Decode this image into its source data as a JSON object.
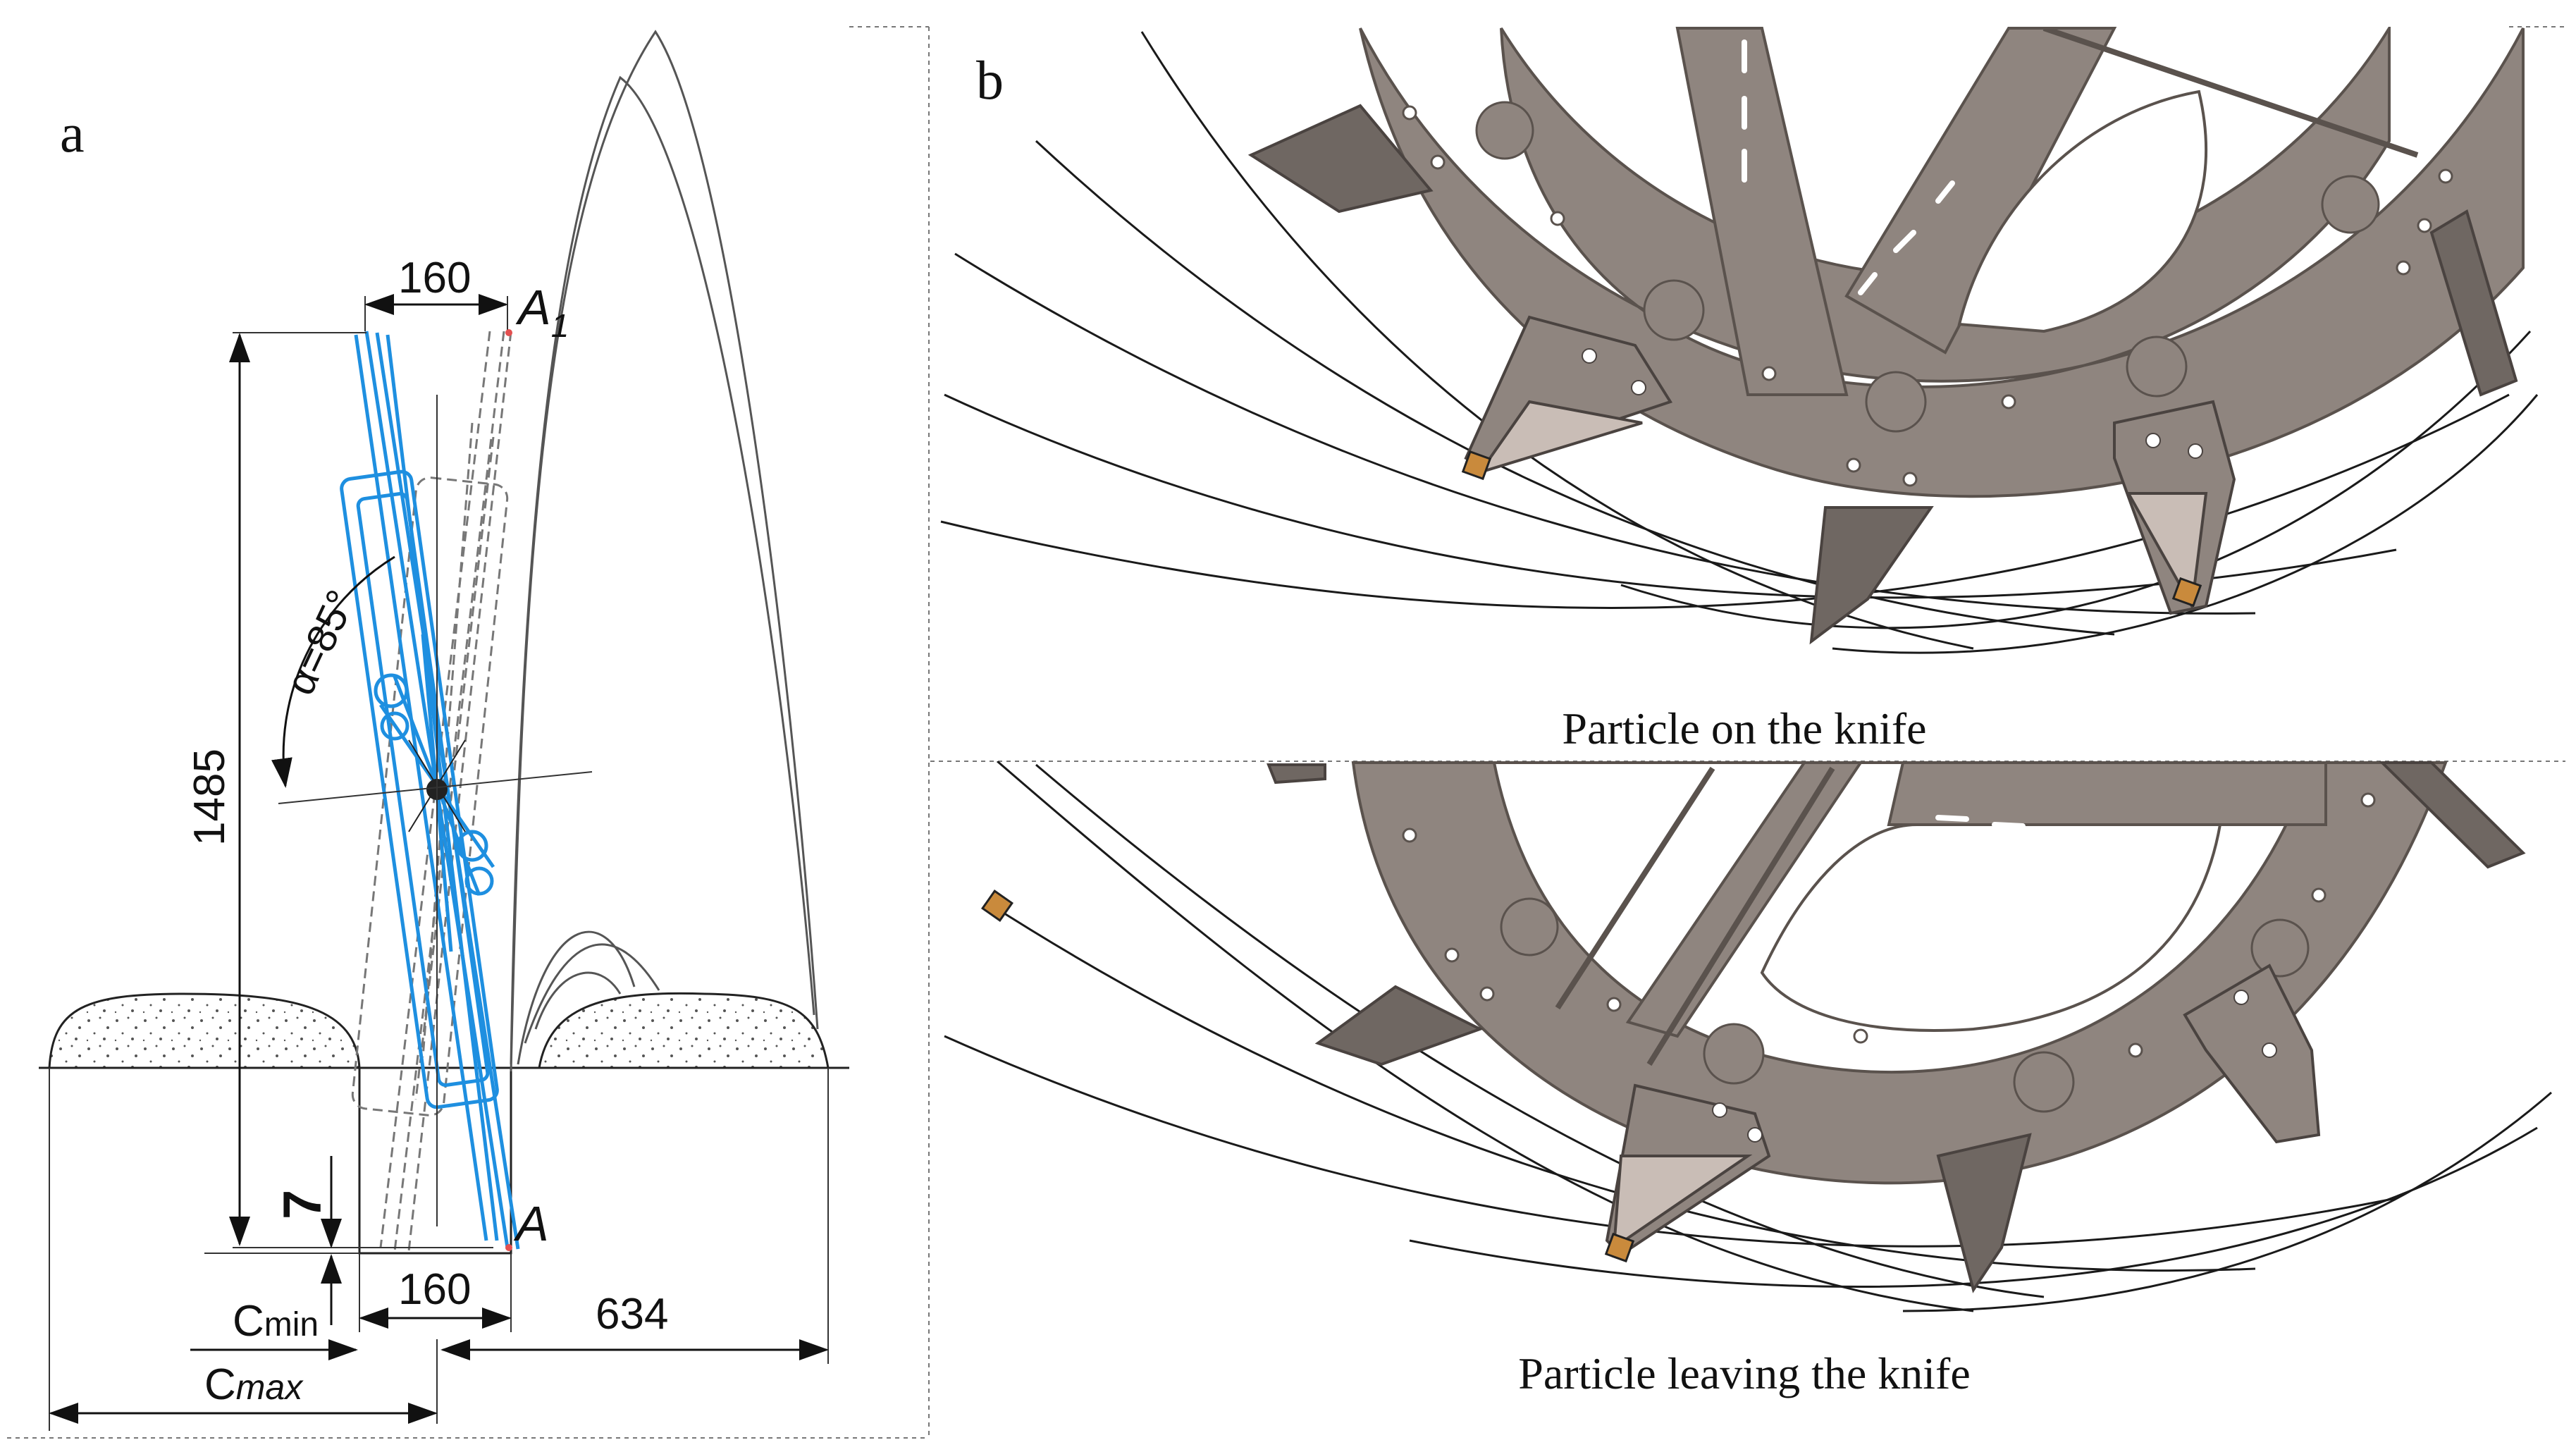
{
  "panel_a": {
    "letter": "a",
    "dim_top_width": "160",
    "dim_bottom_width": "160",
    "dim_height": "1485",
    "dim_depth": "7",
    "dim_right": "634",
    "angle_label": "α=85°",
    "point_top": "A",
    "point_top_sub": "1",
    "point_bottom": "A",
    "c_min_base": "C",
    "c_min_sub": "min",
    "c_max_base": "C",
    "c_max_sub": "max"
  },
  "panel_b": {
    "letter": "b",
    "caption_top": "Particle on the knife",
    "caption_bottom": "Particle leaving the knife"
  },
  "colors": {
    "wheel": "#8f857f",
    "wheel_edge": "#5a524d",
    "knife": "#6f6762",
    "knife_light": "#c9bdb6",
    "particle": "#c98a3c",
    "blade_blue": "#1e8fe0",
    "line": "#1a1a1a"
  }
}
